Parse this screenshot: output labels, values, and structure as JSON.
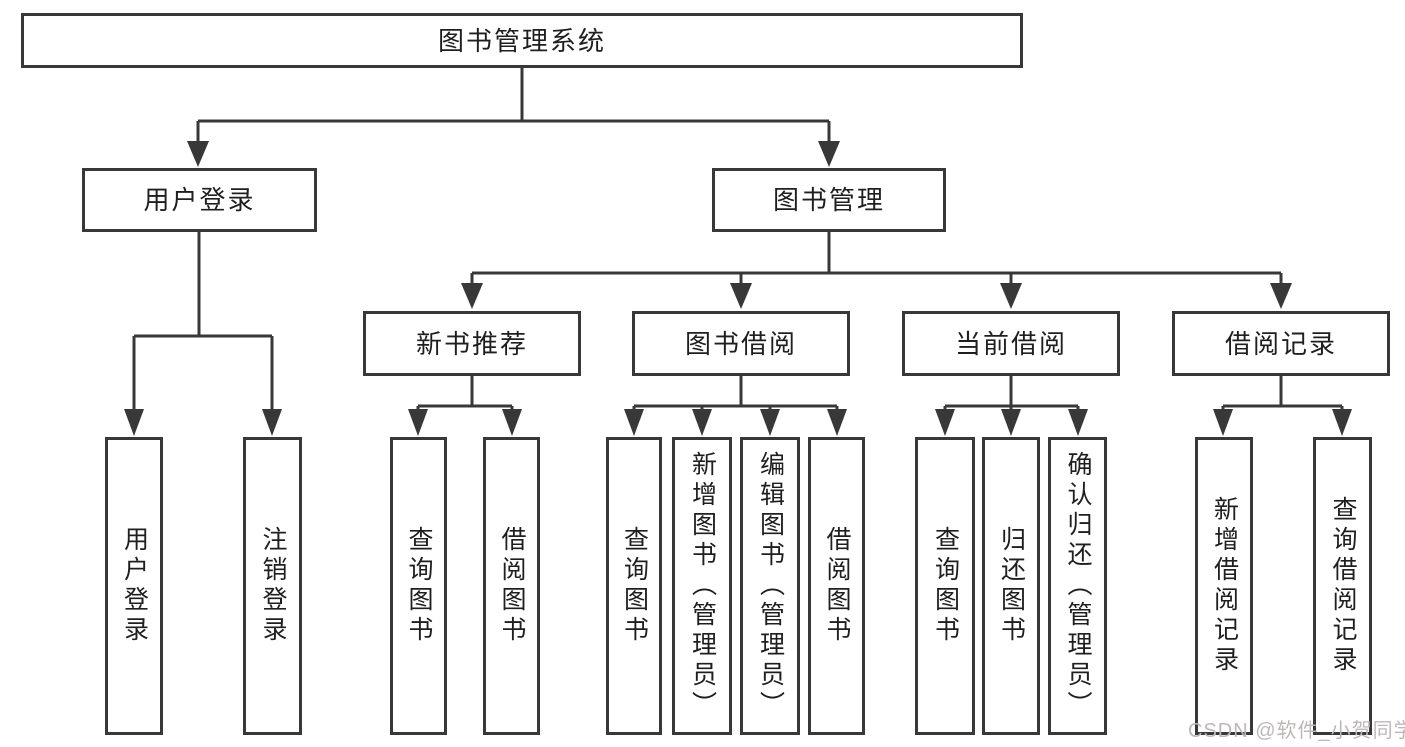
{
  "tree": {
    "root": {
      "label": "图书管理系统"
    },
    "branches": [
      {
        "label": "用户登录",
        "leaves": [
          {
            "label": "用户登录"
          },
          {
            "label": "注销登录"
          }
        ]
      },
      {
        "label": "图书管理",
        "groups": [
          {
            "label": "新书推荐",
            "leaves": [
              {
                "label": "查询图书"
              },
              {
                "label": "借阅图书"
              }
            ]
          },
          {
            "label": "图书借阅",
            "leaves": [
              {
                "label": "查询图书"
              },
              {
                "label": "新增图书（管理员）"
              },
              {
                "label": "编辑图书（管理员）"
              },
              {
                "label": "借阅图书"
              }
            ]
          },
          {
            "label": "当前借阅",
            "leaves": [
              {
                "label": "查询图书"
              },
              {
                "label": "归还图书"
              },
              {
                "label": "确认归还（管理员）"
              }
            ]
          },
          {
            "label": "借阅记录",
            "leaves": [
              {
                "label": "新增借阅记录"
              },
              {
                "label": "查询借阅记录"
              }
            ]
          }
        ]
      }
    ]
  },
  "watermark": {
    "text": "CSDN @软件_小贺同学"
  },
  "colors": {
    "line": "#383838",
    "box_border": "#383838",
    "text": "#1f1f1f",
    "watermark": "#bdb8b8",
    "background": "#ffffff"
  }
}
